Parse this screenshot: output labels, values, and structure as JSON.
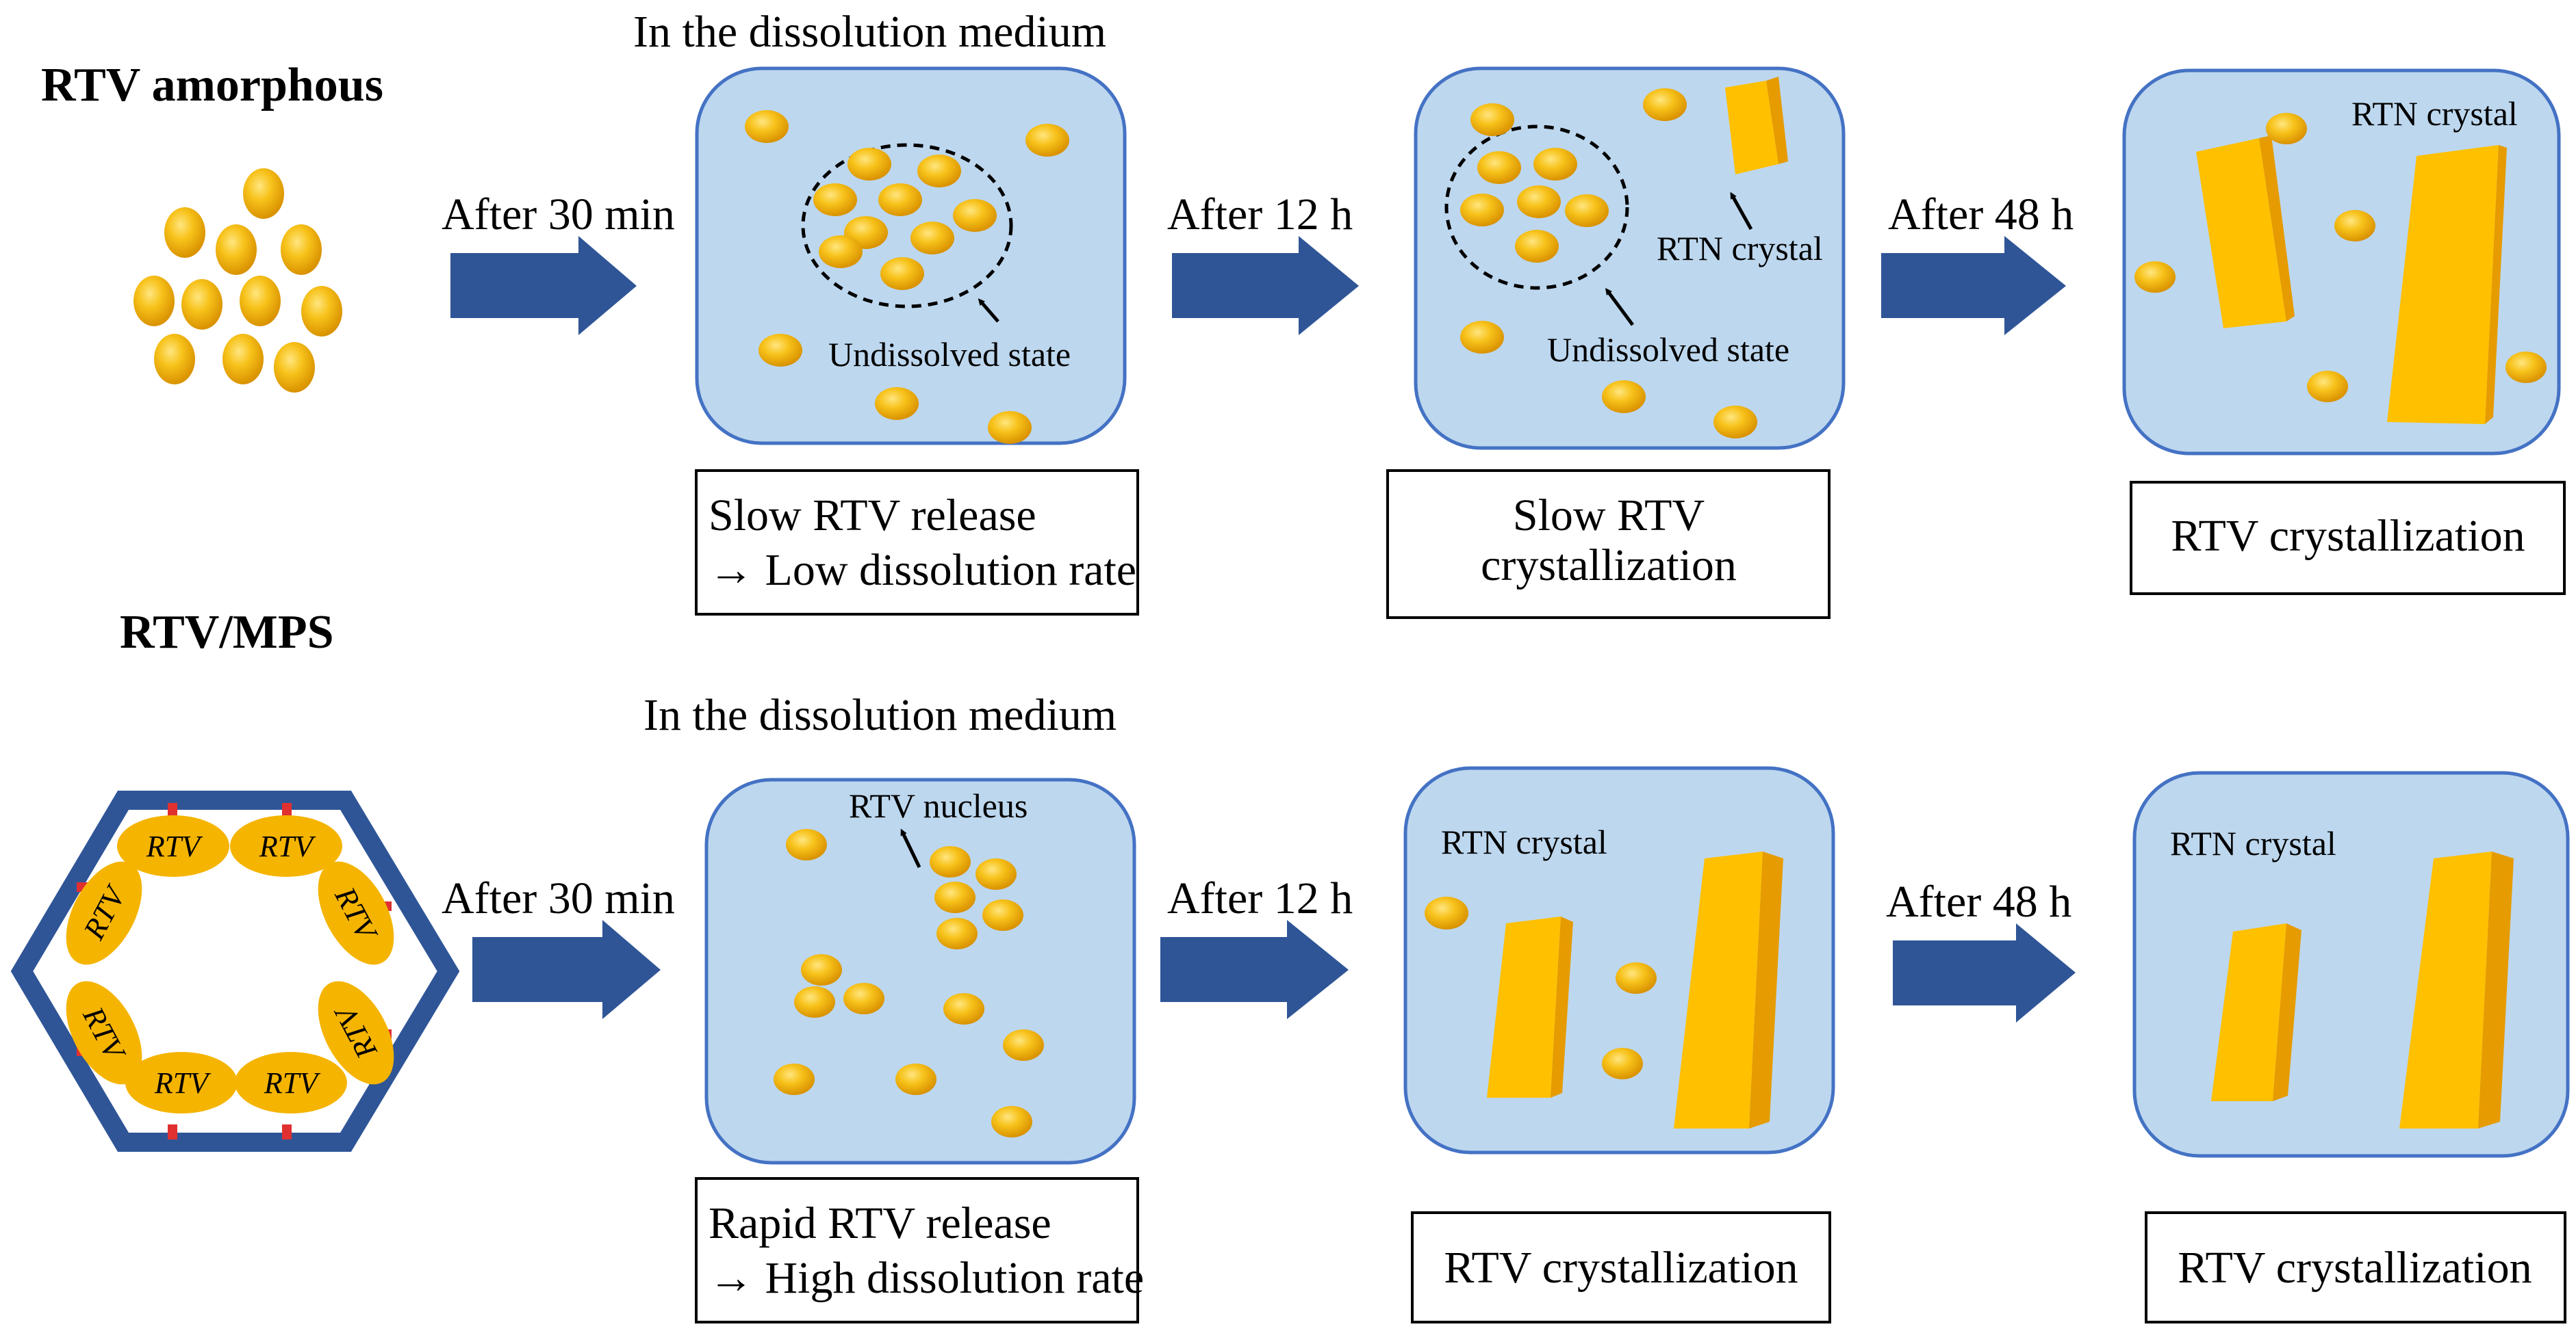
{
  "rows": [
    {
      "title": "RTV amorphous",
      "medium_label": "In the dissolution medium",
      "step1_time": "After 30 min",
      "step2_time": "After 12 h",
      "step3_time": "After 48 h",
      "tank1_annotation": "Undissolved state",
      "tank2_annotation_crystal": "RTN crystal",
      "tank2_annotation_state": "Undissolved state",
      "tank3_annotation": "RTN crystal",
      "box1_line1": "Slow RTV release",
      "box1_line2": "→ Low dissolution rate",
      "box2_line1": "Slow RTV",
      "box2_line2": "crystallization",
      "box3": "RTV crystallization"
    },
    {
      "title": "RTV/MPS",
      "medium_label": "In the dissolution medium",
      "step1_time": "After 30 min",
      "step2_time": "After 12 h",
      "step3_time": "After 48 h",
      "tank1_annotation": "RTV nucleus",
      "tank2_annotation": "RTN crystal",
      "tank3_annotation": "RTN crystal",
      "hexagon_label": "RTV",
      "box1_line1": "Rapid RTV release",
      "box1_line2": "→ High dissolution rate",
      "box2": "RTV crystallization",
      "box3": "RTV crystallization"
    }
  ],
  "colors": {
    "arrow": "#2f5597",
    "tank_fill": "#bdd7ee",
    "tank_border": "#4472c4",
    "particle": "#f2b600",
    "crystal": "#ffc000",
    "hexagon": "#2f5597",
    "red_anchor": "#e03030"
  }
}
